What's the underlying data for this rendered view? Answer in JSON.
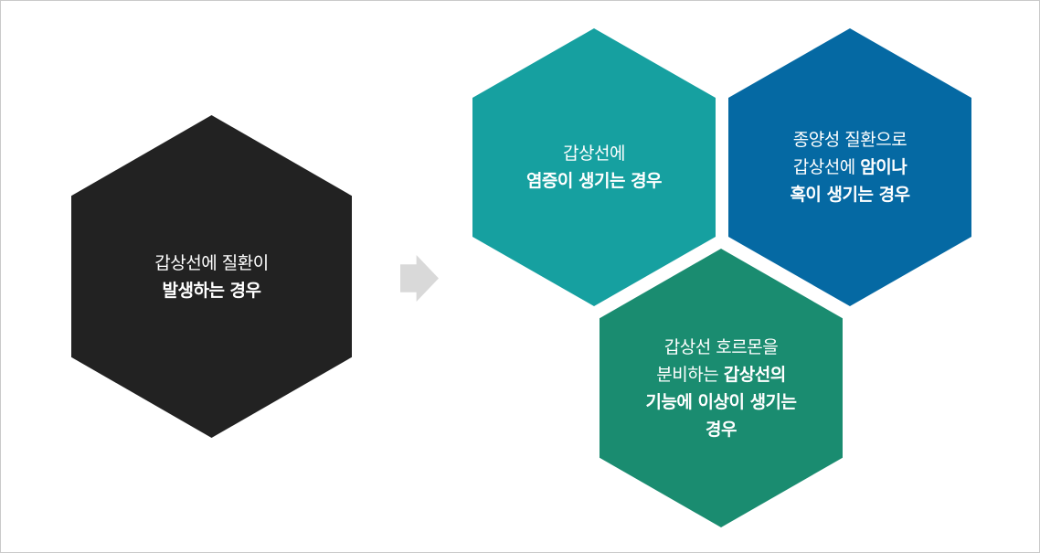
{
  "colors": {
    "main": "#222222",
    "inflammation": "#16a0a0",
    "tumor": "#0569a3",
    "hormone": "#1a8c70",
    "arrow": "#d9d9d9"
  },
  "main_hex": {
    "line1": "갑상선에 질환이",
    "line2": "발생하는 경우"
  },
  "inflammation_hex": {
    "line1": "갑상선에",
    "line2": "염증이 생기는 경우"
  },
  "tumor_hex": {
    "line1": "종양성 질환으로",
    "line2_normal": "갑상선에 ",
    "line2_bold": "암이나",
    "line3": "혹이 생기는 경우"
  },
  "hormone_hex": {
    "line1": "갑상선 호르몬을",
    "line2_normal": "분비하는 ",
    "line2_bold": "갑상선의",
    "line3": "기능에 이상이 생기는",
    "line4": "경우"
  },
  "icons": {
    "arrow": "arrow-right-icon"
  }
}
